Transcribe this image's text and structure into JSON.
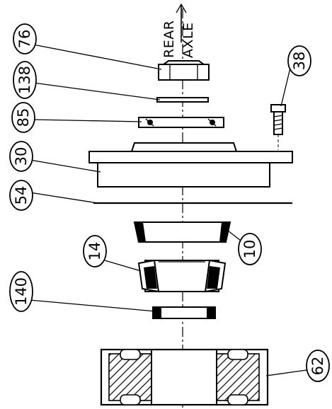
{
  "axis_label": [
    "REAR",
    "AXLE"
  ],
  "parts": [
    {
      "id": "nut",
      "callout": "76"
    },
    {
      "id": "washer",
      "callout": "138"
    },
    {
      "id": "seal",
      "callout": "85"
    },
    {
      "id": "hub-cap",
      "callout": "30"
    },
    {
      "id": "gasket",
      "callout": "54"
    },
    {
      "id": "bearing-cup",
      "callout": "10"
    },
    {
      "id": "bearing-cone",
      "callout": "14"
    },
    {
      "id": "spacer",
      "callout": "140"
    },
    {
      "id": "wheel-hub",
      "callout": "62"
    },
    {
      "id": "bolt",
      "callout": "38"
    }
  ]
}
